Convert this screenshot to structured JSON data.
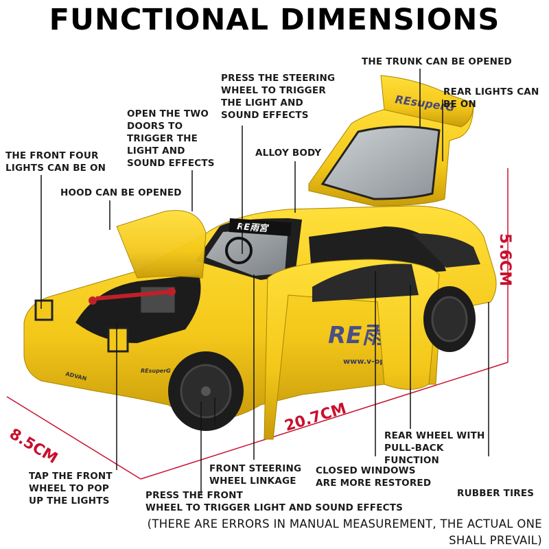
{
  "title": "FUNCTIONAL DIMENSIONS",
  "labels": {
    "front_lights": "THE FRONT FOUR\nLIGHTS CAN BE ON",
    "hood": "HOOD CAN BE OPENED",
    "doors": "OPEN THE TWO\nDOORS TO\nTRIGGER THE\nLIGHT AND\nSOUND EFFECTS",
    "steering": "PRESS THE STEERING\nWHEEL TO TRIGGER\nTHE LIGHT AND\nSOUND EFFECTS",
    "alloy": "ALLOY BODY",
    "trunk": "THE TRUNK CAN BE OPENED",
    "rear_lights": "REAR LIGHTS CAN\nBE ON",
    "rear_wheel": "REAR WHEEL WITH\nPULL-BACK\nFUNCTION",
    "tires": "RUBBER TIRES",
    "windows": "CLOSED WINDOWS\nARE MORE RESTORED",
    "linkage": "FRONT STEERING\nWHEEL LINKAGE",
    "tap_wheel": "TAP THE FRONT\nWHEEL TO POP\nUP THE LIGHTS",
    "press_wheel": "PRESS THE FRONT\nWHEEL TO TRIGGER LIGHT AND SOUND EFFECTS"
  },
  "dimensions": {
    "width": "8.5CM",
    "length": "20.7CM",
    "height": "5.6CM"
  },
  "car_text": {
    "spoiler": "REsuperG",
    "door_logo": "RE雨",
    "website": "www.v-opt.co.jp",
    "windshield": "RE雨宮",
    "bumper_brand": "ADVAN",
    "fender": "REsuperG"
  },
  "footnote": "(THERE ARE ERRORS IN MANUAL MEASUREMENT, THE ACTUAL ONE\nSHALL PREVAIL)",
  "colors": {
    "car_yellow": "#f4c81a",
    "car_shadow": "#c99c0a",
    "dimension_red": "#c8102e",
    "tire_black": "#1c1c1c"
  }
}
